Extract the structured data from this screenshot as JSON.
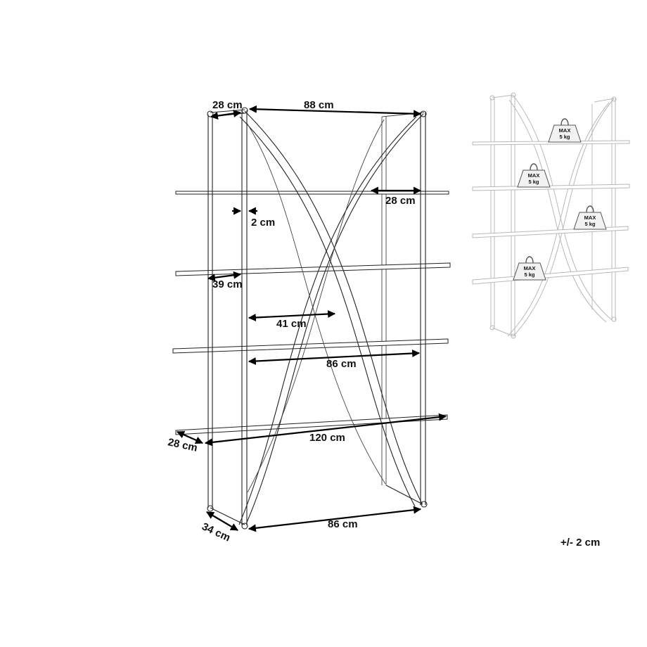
{
  "dimensions": {
    "top_depth": "28 cm",
    "top_width": "88 cm",
    "shelf_inset_right": "28 cm",
    "tube": "2 cm",
    "shelf_gap_left": "39 cm",
    "inner_half_width": "41 cm",
    "inner_width": "86 cm",
    "shelf_depth": "28 cm",
    "shelf_length": "120 cm",
    "base_depth": "34 cm",
    "base_width": "86 cm"
  },
  "tolerance": "+/- 2 cm",
  "load_labels": {
    "max": "MAX",
    "weight": "5 kg"
  },
  "colors": {
    "line": "#222222",
    "arrow": "#000000",
    "ghost": "#b8b8b8"
  }
}
